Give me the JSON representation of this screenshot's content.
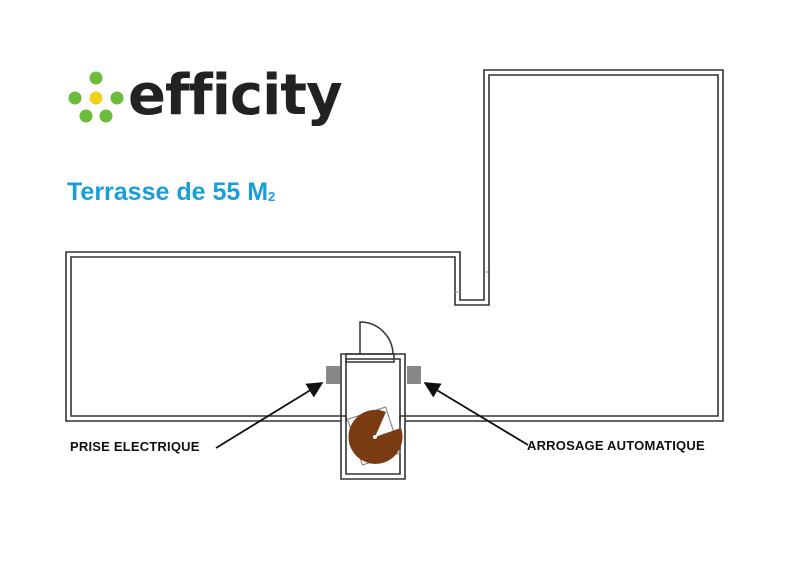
{
  "brand": {
    "name": "efficity",
    "colors": {
      "green": "#6dbb3b",
      "yellow": "#f0d21a",
      "text": "#222222"
    }
  },
  "title": {
    "text": "Terrasse de 55 M",
    "subscript": "2",
    "color": "#1a9ed9"
  },
  "plan": {
    "wall_color": "#333333",
    "outlet_color": "#888888",
    "tree_color": "#7a3a12"
  },
  "annotations": {
    "left_label": "PRISE ELECTRIQUE",
    "right_label": "ARROSAGE AUTOMATIQUE"
  }
}
